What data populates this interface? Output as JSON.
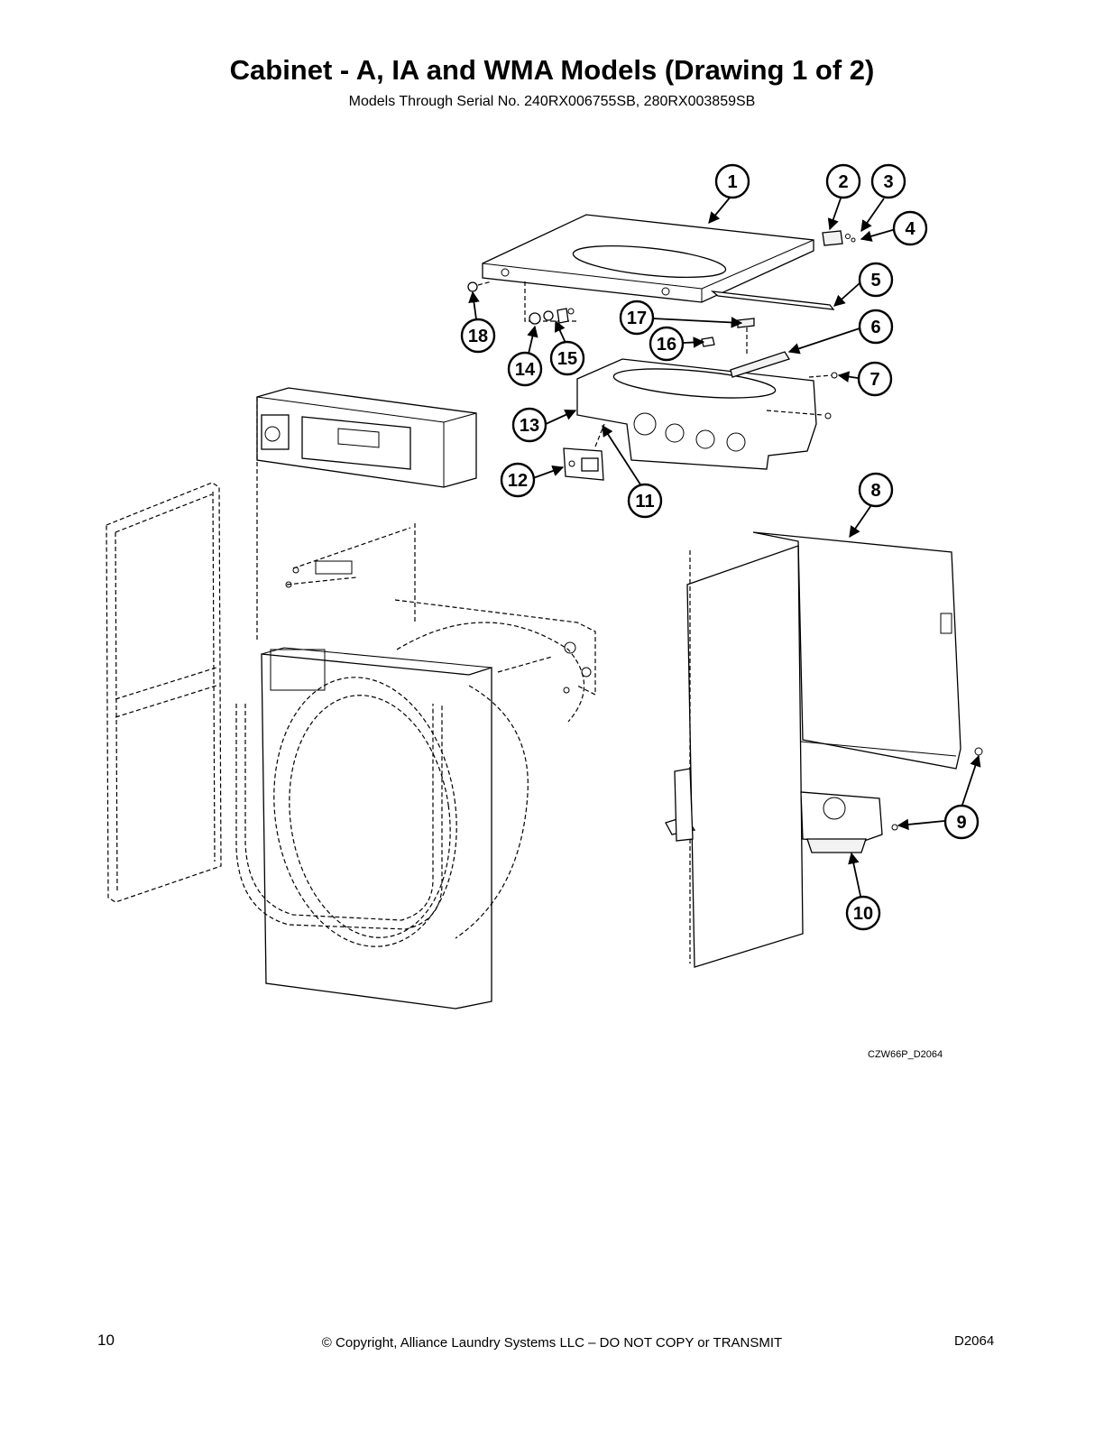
{
  "header": {
    "title": "Cabinet - A, IA and WMA Models (Drawing 1 of 2)",
    "subtitle": "Models Through Serial No. 240RX006755SB, 280RX003859SB"
  },
  "diagram": {
    "drawing_code": "CZW66P_D2064",
    "callouts": [
      "1",
      "2",
      "3",
      "4",
      "5",
      "6",
      "7",
      "8",
      "9",
      "10",
      "11",
      "12",
      "13",
      "14",
      "15",
      "16",
      "17",
      "18"
    ]
  },
  "footer": {
    "page_number": "10",
    "copyright": "© Copyright, Alliance Laundry Systems LLC – DO NOT COPY or TRANSMIT",
    "doc_id": "D2064"
  }
}
